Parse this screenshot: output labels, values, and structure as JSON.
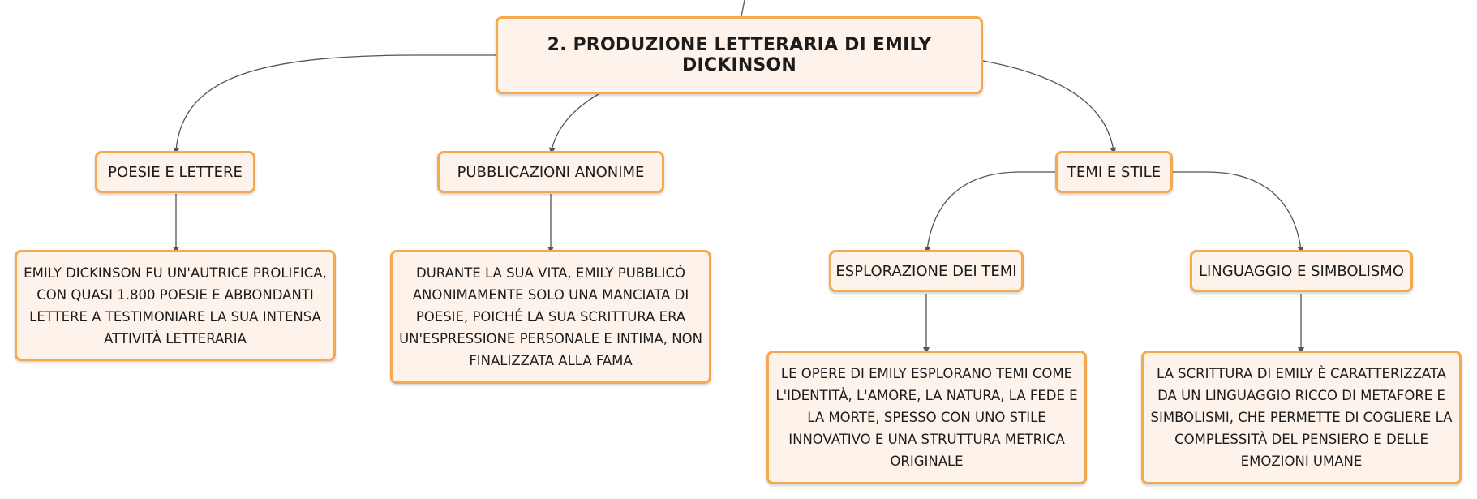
{
  "root": {
    "label": "2. PRODUZIONE LETTERARIA DI EMILY DICKINSON"
  },
  "branches": {
    "poesie": {
      "label": "POESIE E LETTERE",
      "detail": "EMILY DICKINSON FU UN'AUTRICE PROLIFICA, CON QUASI 1.800 POESIE E ABBONDANTI LETTERE A TESTIMONIARE LA SUA INTENSA ATTIVITÀ LETTERARIA"
    },
    "pubblicazioni": {
      "label": "PUBBLICAZIONI ANONIME",
      "detail": "DURANTE LA SUA VITA, EMILY PUBBLICÒ ANONIMAMENTE SOLO UNA MANCIATA DI POESIE, POICHÉ LA SUA SCRITTURA ERA UN'ESPRESSIONE PERSONALE E INTIMA, NON FINALIZZATA ALLA FAMA"
    },
    "temi_stile": {
      "label": "TEMI E STILE",
      "esplorazione": {
        "label": "ESPLORAZIONE DEI TEMI",
        "detail": "LE OPERE DI EMILY ESPLORANO TEMI COME L'IDENTITÀ, L'AMORE, LA NATURA, LA FEDE E LA MORTE, SPESSO CON UNO STILE INNOVATIVO E UNA STRUTTURA METRICA ORIGINALE"
      },
      "linguaggio": {
        "label": "LINGUAGGIO E SIMBOLISMO",
        "detail": "LA SCRITTURA DI EMILY È CARATTERIZZATA DA UN LINGUAGGIO RICCO DI METAFORE E SIMBOLISMI, CHE PERMETTE DI COGLIERE LA COMPLESSITÀ DEL PENSIERO E DELLE EMOZIONI UMANE"
      }
    }
  },
  "colors": {
    "node_border": "#f5a84f",
    "node_fill": "#fdf3ea",
    "connector": "#555555",
    "text": "#1c1c1c"
  }
}
